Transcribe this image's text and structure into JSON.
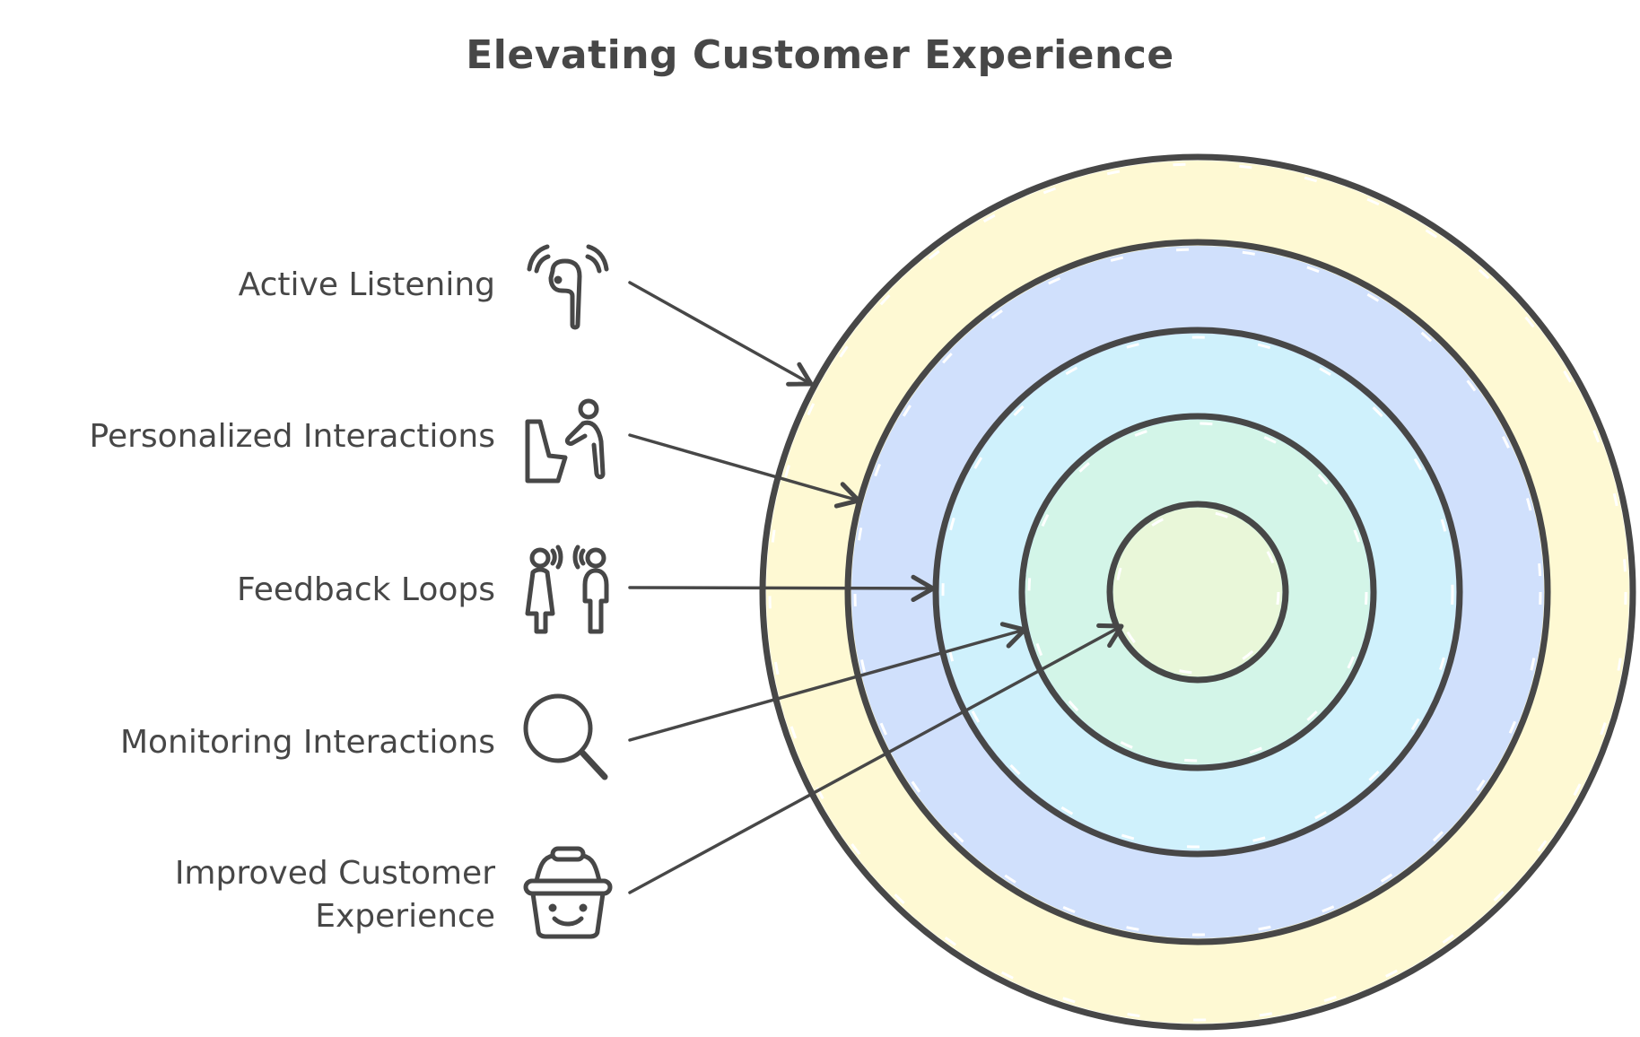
{
  "title": "Elevating Customer Experience",
  "stroke_color": "#474747",
  "rings": [
    {
      "level": 1,
      "name": "Active Listening",
      "fill": "#fef9d3"
    },
    {
      "level": 2,
      "name": "Personalized Interactions",
      "fill": "#d0e0fc"
    },
    {
      "level": 3,
      "name": "Feedback Loops",
      "fill": "#cff1fc"
    },
    {
      "level": 4,
      "name": "Monitoring Interactions",
      "fill": "#d3f5e8"
    },
    {
      "level": 5,
      "name": "Improved Customer Experience",
      "fill": "#e9f7d9"
    }
  ],
  "items": [
    {
      "label": "Active Listening",
      "icon": "earbud-icon",
      "target_ring": 1
    },
    {
      "label": "Personalized Interactions",
      "icon": "person-assisting-chair-icon",
      "target_ring": 2
    },
    {
      "label": "Feedback Loops",
      "icon": "two-people-talking-icon",
      "target_ring": 3
    },
    {
      "label": "Monitoring Interactions",
      "icon": "magnifier-icon",
      "target_ring": 4
    },
    {
      "label_line1": "Improved Customer",
      "label_line2": "Experience",
      "icon": "smiling-basket-icon",
      "target_ring": 5
    }
  ]
}
